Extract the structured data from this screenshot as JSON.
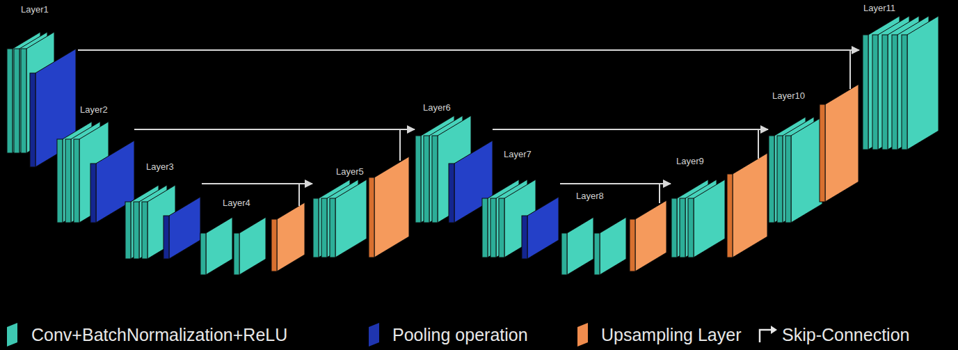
{
  "diagram": {
    "nodes": [
      {
        "text": [
          "Layer1"
        ]
      },
      {
        "text": [
          "Layer2"
        ]
      },
      {
        "text": [
          "Layer3"
        ]
      },
      {
        "text": [
          "Layer4"
        ]
      },
      {
        "text": [
          "Layer5"
        ]
      },
      {
        "text": [
          "Layer6"
        ]
      },
      {
        "text": [
          "Layer7"
        ]
      },
      {
        "text": [
          "Layer8"
        ]
      },
      {
        "text": [
          "Layer9"
        ]
      },
      {
        "text": [
          "Layer10"
        ]
      },
      {
        "text": [
          "Layer11"
        ]
      }
    ],
    "edges": [
      {
        "from": 0,
        "to": 10,
        "arrow": "to"
      },
      {
        "from": 1,
        "to": 5,
        "arrow": "to"
      },
      {
        "from": 2,
        "to": 4,
        "arrow": "to"
      },
      {
        "from": 5,
        "to": 9,
        "arrow": "to"
      },
      {
        "from": 6,
        "to": 8,
        "arrow": "to"
      }
    ],
    "legend": [
      {
        "text": "Conv+BatchNormalization+ReLU",
        "color": "#3ec8b2"
      },
      {
        "text": "Pooling operation",
        "color": "#1f35b0"
      },
      {
        "text": "Upsampling Layer",
        "color": "#f08c4e"
      },
      {
        "text": "Skip-Connection"
      }
    ]
  }
}
